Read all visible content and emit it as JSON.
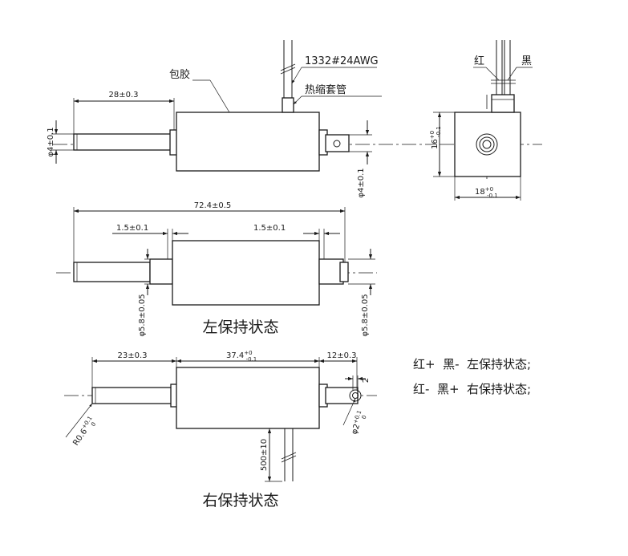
{
  "labels": {
    "encapsulation": "包胶",
    "wire_spec": "1332#24AWG",
    "heat_shrink": "热缩套管",
    "red": "红",
    "black": "黑",
    "left_state": "左保持状态",
    "right_state": "右保持状态",
    "legend_line1": "红+  黑-  左保持状态;",
    "legend_line2": "红-  黑+  右保持状态;"
  },
  "dimensions": {
    "d_28": "28±0.3",
    "d_phi4_left": "φ4±0.1",
    "d_phi4_right": "φ4±0.1",
    "d_16": "16",
    "d_16_tol_upper": "+0",
    "d_16_tol_lower": "-0.1",
    "d_18": "18",
    "d_18_tol_upper": "+0",
    "d_18_tol_lower": "-0.1",
    "d_72_4": "72.4±0.5",
    "d_1_5_left": "1.5±0.1",
    "d_1_5_right": "1.5±0.1",
    "d_phi5_8_left": "φ5.8±0.05",
    "d_phi5_8_right": "φ5.8±0.05",
    "d_23": "23±0.3",
    "d_37_4": "37.4",
    "d_37_4_tol_upper": "+0",
    "d_37_4_tol_lower": "-0.1",
    "d_12": "12±0.3",
    "d_2": "2",
    "d_r0_6": "R0.6",
    "d_r0_6_tol_upper": "+0.1",
    "d_r0_6_tol_lower": "0",
    "d_phi2": "φ2",
    "d_phi2_tol_upper": "+0.1",
    "d_phi2_tol_lower": "0",
    "d_500": "500±10"
  }
}
